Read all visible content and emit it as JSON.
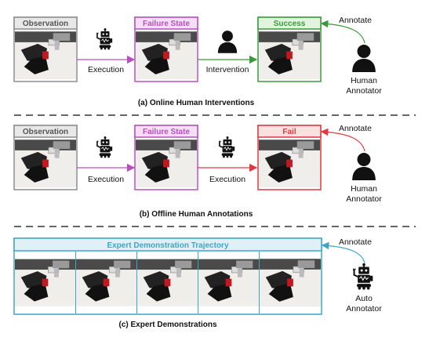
{
  "panels": {
    "online": {
      "observation_title": "Observation",
      "failure_title": "Failure State",
      "result_title": "Success",
      "execution_label": "Execution",
      "intervention_label": "Intervention",
      "annotate_label": "Annotate",
      "annotator_line1": "Human",
      "annotator_line2": "Annotator",
      "caption": "(a) Online Human Interventions"
    },
    "offline": {
      "observation_title": "Observation",
      "failure_title": "Failure State",
      "result_title": "Fail",
      "execution_label_1": "Execution",
      "execution_label_2": "Execution",
      "annotate_label": "Annotate",
      "annotator_line1": "Human",
      "annotator_line2": "Annotator",
      "caption": "(b) Offline Human Annotations"
    },
    "expert": {
      "trajectory_title": "Expert Demonstration Trajectory",
      "annotate_label": "Annotate",
      "annotator_line1": "Auto",
      "annotator_line2": "Annotator",
      "caption": "(c) Expert Demonstrations"
    }
  },
  "colors": {
    "observation": "#8c8c8c",
    "failure": "#b84fc0",
    "success": "#3a9a3a",
    "fail": "#e0393e",
    "expert": "#3aa7c9",
    "execution_arrow": "#b84fc0",
    "intervention_arrow": "#3a9a3a",
    "fail_arrow": "#e0393e"
  },
  "icons": [
    "robot-icon",
    "person-icon",
    "camera-frame"
  ]
}
